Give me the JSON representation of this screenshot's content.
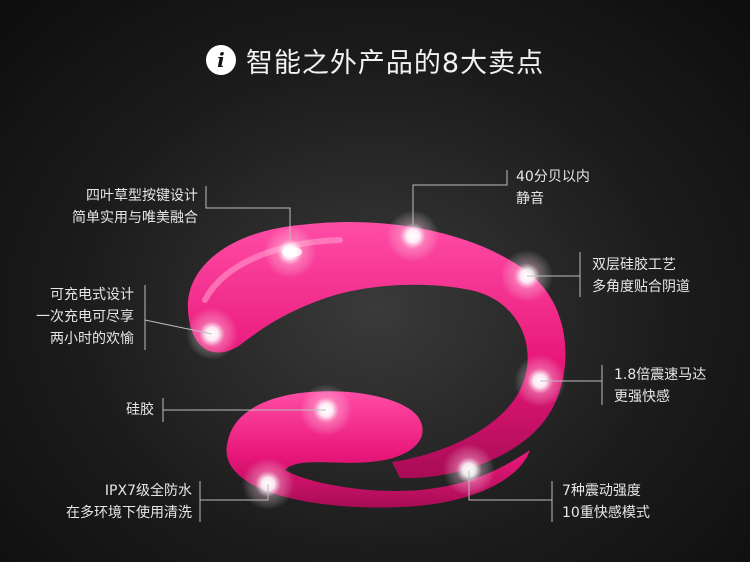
{
  "header": {
    "icon": "info-icon",
    "title": "智能之外产品的8大卖点"
  },
  "callouts": {
    "button_design": {
      "line1": "四叶草型按键设计",
      "line2": "简单实用与唯美融合"
    },
    "quiet": {
      "line1": "40分贝以内",
      "line2": "静音"
    },
    "silicone_process": {
      "line1": "双层硅胶工艺",
      "line2": "多角度贴合阴道"
    },
    "charging": {
      "line1": "可充电式设计",
      "line2": "一次充电可尽享",
      "line3": "两小时的欢愉"
    },
    "vibration_speed": {
      "line1": "1.8倍震速马达",
      "line2": "更强快感"
    },
    "material": {
      "line1": "硅胶"
    },
    "vibration_modes": {
      "line1": "7种震动强度",
      "line2": "10重快感模式"
    },
    "waterproof": {
      "line1": "IPX7级全防水",
      "line2": "在多环境下使用清洗"
    }
  },
  "colors": {
    "product": "#e8177a",
    "product_light": "#ff4fa5",
    "line": "#bdbdbd"
  }
}
